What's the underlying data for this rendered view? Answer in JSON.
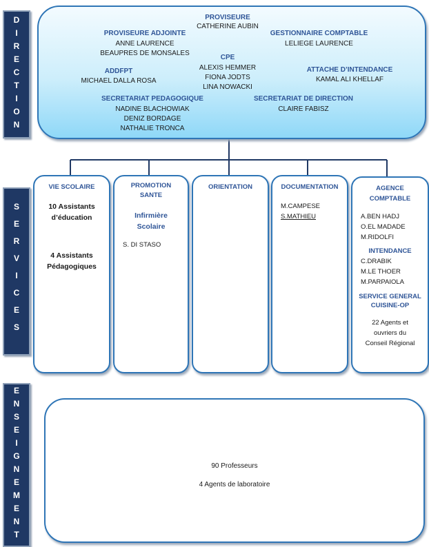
{
  "sidebars": {
    "direction": [
      "D",
      "I",
      "R",
      "E",
      "C",
      "T",
      "I",
      "O",
      "N"
    ],
    "services": [
      "S",
      "E",
      "R",
      "V",
      "I",
      "C",
      "E",
      "S"
    ],
    "enseignement": [
      "E",
      "N",
      "S",
      "E",
      "I",
      "G",
      "N",
      "E",
      "M",
      "E",
      "N",
      "T"
    ]
  },
  "direction": {
    "proviseure": {
      "title": "PROVISEURE",
      "names": [
        "CATHERINE AUBIN"
      ]
    },
    "adjointe": {
      "title": "PROVISEURE ADJOINTE",
      "names": [
        "ANNE LAURENCE",
        "BEAUPRES DE MONSALES"
      ]
    },
    "gestionnaire": {
      "title": "GESTIONNAIRE COMPTABLE",
      "names": [
        "LELIEGE LAURENCE"
      ]
    },
    "cpe": {
      "title": "CPE",
      "names": [
        "ALEXIS HEMMER",
        "FIONA JODTS",
        "LINA NOWACKI"
      ]
    },
    "addfpt": {
      "title": "ADDFPT",
      "names": [
        "MICHAEL DALLA ROSA"
      ]
    },
    "attache": {
      "title": "ATTACHE D’INTENDANCE",
      "names": [
        "KAMAL ALI KHELLAF"
      ]
    },
    "secpeda": {
      "title": "SECRETARIAT PEDAGOGIQUE",
      "names": [
        "NADINE BLACHOWIAK",
        "DENIZ BORDAGE",
        "NATHALIE TRONCA"
      ]
    },
    "secdir": {
      "title": "SECRETARIAT DE DIRECTION",
      "names": [
        "CLAIRE FABISZ"
      ]
    }
  },
  "services": {
    "vie_scolaire": {
      "title": "VIE SCOLAIRE",
      "line1": "10 Assistants",
      "line2": "d’éducation",
      "line3": "4 Assistants",
      "line4": "Pédagogiques"
    },
    "promotion": {
      "title1": "PROMOTION",
      "title2": "SANTE",
      "sub1": "Infirmière",
      "sub2": "Scolaire",
      "name": "S. DI STASO"
    },
    "orientation": {
      "title": "ORIENTATION"
    },
    "documentation": {
      "title": "DOCUMENTATION",
      "names": [
        "M.CAMPESE",
        "S.MATHIEU"
      ]
    },
    "agence": {
      "title1": "AGENCE",
      "title2": "COMPTABLE",
      "names": [
        "A.BEN HADJ",
        "O.EL MADADE",
        "M.RIDOLFI"
      ],
      "intendance": "INTENDANCE",
      "int_names": [
        "C.DRABIK",
        "M.LE THOER",
        "M.PARPAIOLA"
      ],
      "sg1": "SERVICE GENERAL",
      "sg2": "CUISINE-OP",
      "agents": [
        "22 Agents et",
        "ouvriers du",
        "Conseil Régional"
      ]
    }
  },
  "enseignement": {
    "line1": "90 Professeurs",
    "line2": "4 Agents de laboratoire"
  },
  "colors": {
    "navy": "#1f3864",
    "heading": "#2f5597",
    "border": "#2e75b6"
  }
}
